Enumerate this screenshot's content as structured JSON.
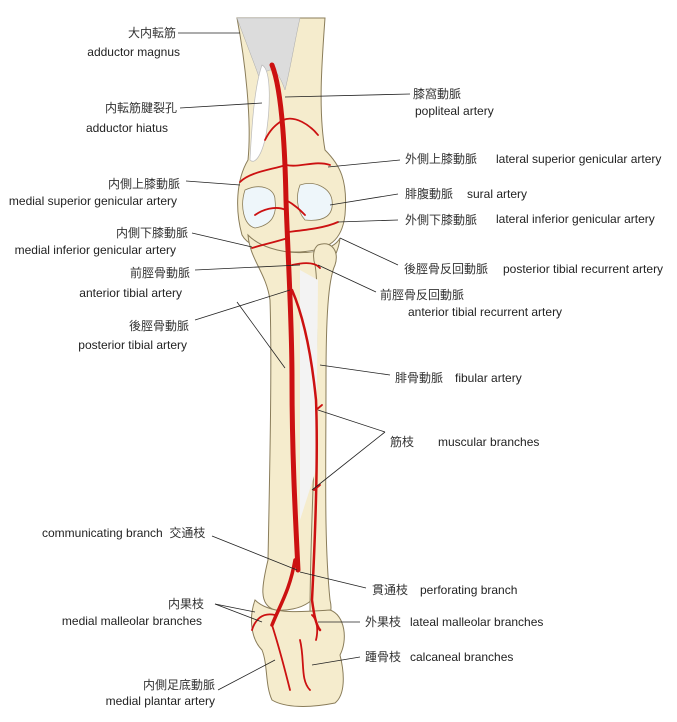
{
  "colors": {
    "bone": "#f5eccd",
    "bone_edge": "#8a7d5a",
    "artery": "#cc1111",
    "cartilage": "#eef6fa",
    "muscle": "#dcdcdc",
    "leader": "#222222"
  },
  "labels": {
    "adductor_magnus": {
      "ja": "大内転筋",
      "en": "adductor magnus"
    },
    "adductor_hiatus": {
      "ja": "内転筋腱裂孔",
      "en": "adductor hiatus"
    },
    "popliteal": {
      "ja": "膝窩動脈",
      "en": "popliteal artery"
    },
    "lat_sup_genicular": {
      "ja": "外側上膝動脈",
      "en": "lateral superior genicular artery"
    },
    "med_sup_genicular": {
      "ja": "内側上膝動脈",
      "en": "medial superior genicular artery"
    },
    "sural": {
      "ja": "腓腹動脈",
      "en": "sural artery"
    },
    "lat_inf_genicular": {
      "ja": "外側下膝動脈",
      "en": "lateral inferior genicular artery"
    },
    "med_inf_genicular": {
      "ja": "内側下膝動脈",
      "en": "medial inferior genicular artery"
    },
    "post_tib_recurrent": {
      "ja": "後脛骨反回動脈",
      "en": "posterior tibial recurrent artery"
    },
    "ant_tibial": {
      "ja": "前脛骨動脈",
      "en": "anterior tibial artery"
    },
    "ant_tib_recurrent": {
      "ja": "前脛骨反回動脈",
      "en": "anterior tibial recurrent artery"
    },
    "post_tibial": {
      "ja": "後脛骨動脈",
      "en": "posterior tibial artery"
    },
    "fibular": {
      "ja": "腓骨動脈",
      "en": "fibular artery"
    },
    "muscular": {
      "ja": "筋枝",
      "en": "muscular branches"
    },
    "communicating": {
      "ja": "交通枝",
      "en": "communicating branch"
    },
    "perforating": {
      "ja": "貫通枝",
      "en": "perforating branch"
    },
    "med_malleolar": {
      "ja": "内果枝",
      "en": "medial malleolar branches"
    },
    "lat_malleolar": {
      "ja": "外果枝",
      "en": "lateal malleolar branches"
    },
    "calcaneal": {
      "ja": "踵骨枝",
      "en": "calcaneal branches"
    },
    "med_plantar": {
      "ja": "内側足底動脈",
      "en": "medial plantar artery"
    }
  }
}
